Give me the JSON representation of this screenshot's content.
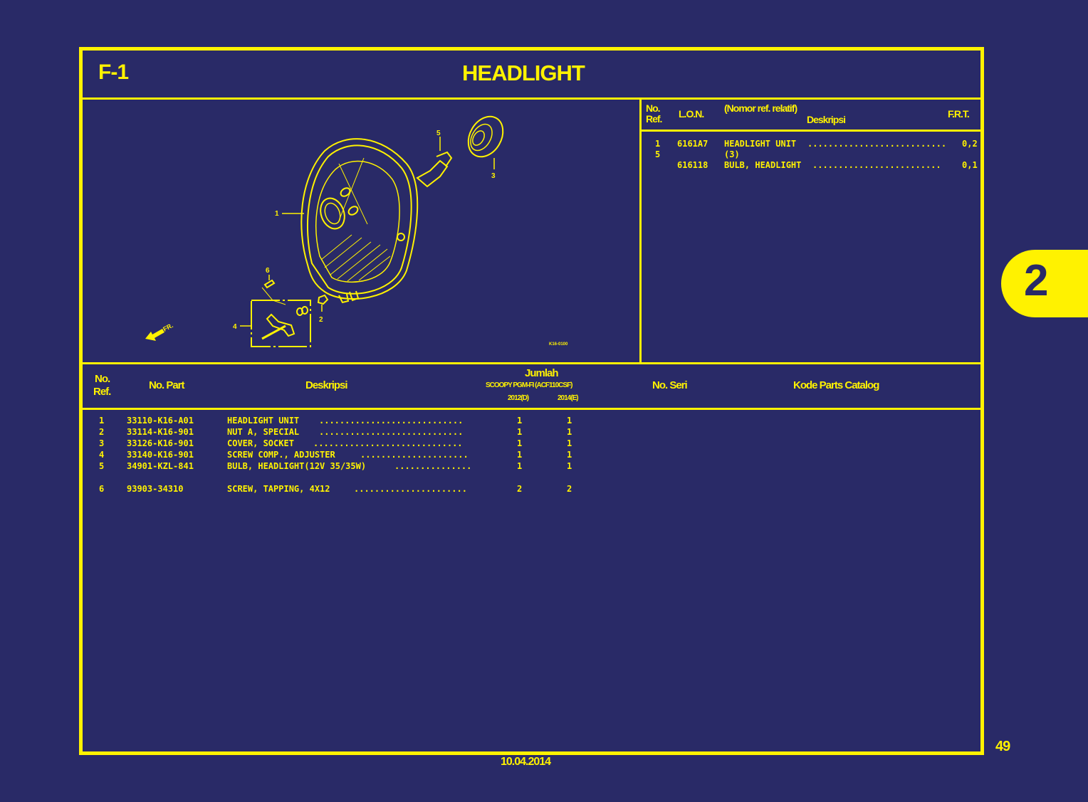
{
  "header": {
    "figure_code": "F-1",
    "title": "HEADLIGHT"
  },
  "diagram": {
    "callouts": [
      "1",
      "2",
      "3",
      "4",
      "5",
      "6"
    ],
    "direction_label": "FR.",
    "drawing_code": "K16-0100"
  },
  "lon_table": {
    "headers": {
      "no_ref": "No.\nRef.",
      "no_ref_line1": "No.",
      "no_ref_line2": "Ref.",
      "lon": "L.O.N.",
      "relative_ref": "(Nomor ref. relatif)",
      "description": "Deskripsi",
      "frt": "F.R.T."
    },
    "rows": [
      {
        "ref": "1",
        "lon": "6161A7",
        "description": "HEADLIGHT UNIT",
        "leader": "...........................",
        "frt": "0,2"
      },
      {
        "ref": "5",
        "lon": "",
        "description": "(3)",
        "leader": "",
        "frt": ""
      },
      {
        "ref": "",
        "lon": "616118",
        "description": "BULB, HEADLIGHT",
        "leader": ".........................",
        "frt": "0,1"
      }
    ]
  },
  "parts_table": {
    "headers": {
      "no_ref_line1": "No.",
      "no_ref_line2": "Ref.",
      "part_no": "No. Part",
      "description": "Deskripsi",
      "quantity": "Jumlah",
      "model": "SCOOPY PGM-FI (ACF110CSF)",
      "year_1": "2012(D)",
      "year_2": "2014(E)",
      "serial_no": "No. Seri",
      "catalog_code": "Kode Parts Catalog"
    },
    "rows": [
      {
        "ref": "1",
        "part_no": "33110-K16-A01",
        "description": "HEADLIGHT UNIT",
        "leader": "............................",
        "qty_2012": "1",
        "qty_2014": "1"
      },
      {
        "ref": "2",
        "part_no": "33114-K16-901",
        "description": "NUT A, SPECIAL",
        "leader": "............................",
        "qty_2012": "1",
        "qty_2014": "1"
      },
      {
        "ref": "3",
        "part_no": "33126-K16-901",
        "description": "COVER, SOCKET",
        "leader": ".............................",
        "qty_2012": "1",
        "qty_2014": "1"
      },
      {
        "ref": "4",
        "part_no": "33140-K16-901",
        "description": "SCREW COMP., ADJUSTER",
        "leader": ".....................",
        "qty_2012": "1",
        "qty_2014": "1"
      },
      {
        "ref": "5",
        "part_no": "34901-KZL-841",
        "description": "BULB, HEADLIGHT(12V 35/35W)",
        "leader": "...............",
        "qty_2012": "1",
        "qty_2014": "1"
      },
      {
        "ref": "6",
        "part_no": "93903-34310",
        "description": "SCREW, TAPPING, 4X12",
        "leader": "......................",
        "qty_2012": "2",
        "qty_2014": "2"
      }
    ]
  },
  "side_tab": {
    "label": "2"
  },
  "footer": {
    "page_number": "49",
    "date": "10.04.2014"
  },
  "colors": {
    "background": "#292a67",
    "accent": "#fff200"
  }
}
